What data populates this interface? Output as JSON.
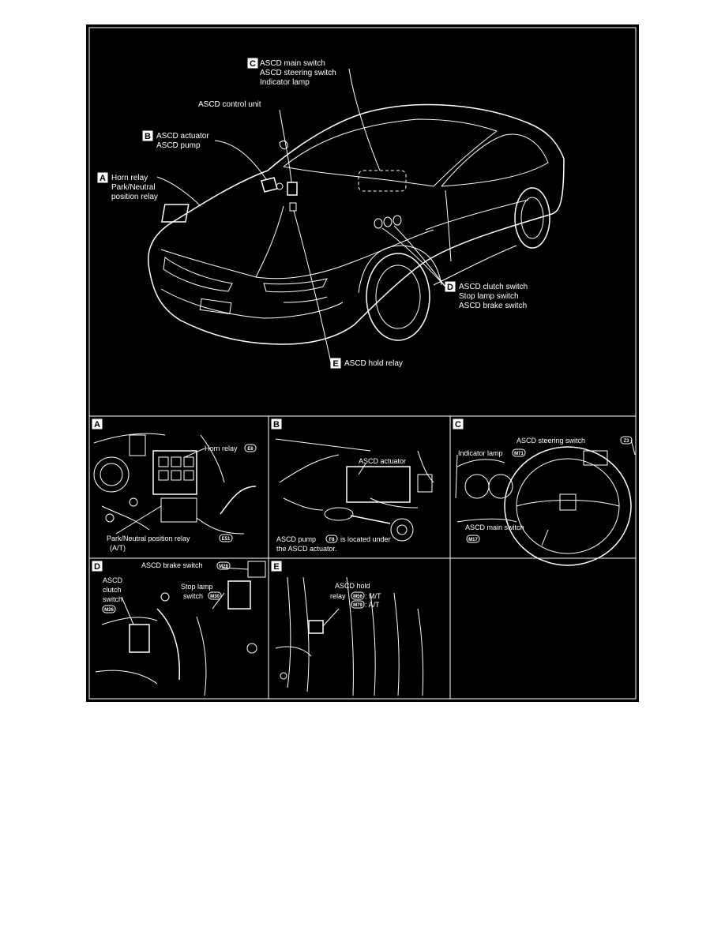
{
  "main": {
    "labels": {
      "c_line1": "ASCD main switch",
      "c_line2": "ASCD steering switch",
      "c_line3": "Indicator lamp",
      "control_unit": "ASCD control unit",
      "b_line1": "ASCD actuator",
      "b_line2": "ASCD pump",
      "a_line1": "Horn relay",
      "a_line2": "Park/Neutral",
      "a_line3": "position relay",
      "d_line1": "ASCD clutch switch",
      "d_line2": "Stop lamp switch",
      "d_line3": "ASCD brake switch",
      "e_line1": "ASCD hold relay"
    },
    "letters": {
      "a": "A",
      "b": "B",
      "c": "C",
      "d": "D",
      "e": "E"
    }
  },
  "panels": {
    "a": {
      "letter": "A",
      "horn_relay": "Horn relay",
      "horn_conn": "E6",
      "pn_line1": "Park/Neutral position relay",
      "pn_line2": "(A/T)",
      "pn_conn": "E51"
    },
    "b": {
      "letter": "B",
      "actuator": "ASCD actuator",
      "pump_pre": "ASCD pump",
      "pump_conn": "F8",
      "pump_post": "is located under",
      "pump_line2": "the ASCD actuator."
    },
    "c": {
      "letter": "C",
      "steering": "ASCD steering switch",
      "steering_conn": "Z3",
      "indicator": "Indicator lamp",
      "indicator_conn": "M71",
      "main_switch": "ASCD main switch",
      "main_conn": "M17"
    },
    "d": {
      "letter": "D",
      "brake": "ASCD brake switch",
      "brake_conn": "M29",
      "clutch1": "ASCD",
      "clutch2": "clutch",
      "clutch3": "switch",
      "clutch_conn": "M26",
      "stop1": "Stop lamp",
      "stop2_pre": "switch",
      "stop_conn": "M30"
    },
    "e": {
      "letter": "E",
      "hold1": "ASCD hold",
      "hold2_pre": "relay",
      "mt_conn": "M56",
      "mt": ": M/T",
      "at_conn": "M79",
      "at": ": A/T"
    }
  }
}
